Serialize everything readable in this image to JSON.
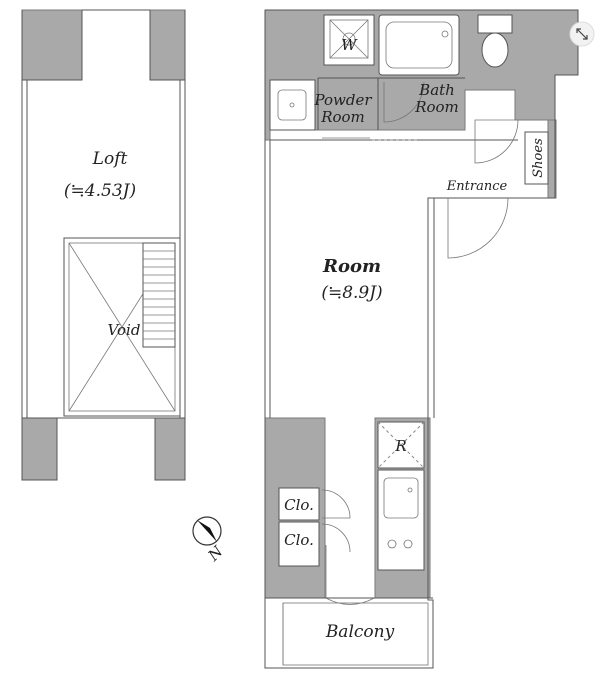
{
  "plan": {
    "rooms": {
      "loft_name": "Loft",
      "loft_area": "(≒4.53J)",
      "void": "Void",
      "room_name": "Room",
      "room_area": "(≒8.9J)",
      "powder_line1": "Powder",
      "powder_line2": "Room",
      "bath_line1": "Bath",
      "bath_line2": "Room",
      "washer": "W",
      "entrance": "Entrance",
      "shoes": "Shoes",
      "fridge": "R",
      "closet1": "Clo.",
      "closet2": "Clo.",
      "balcony": "Balcony"
    },
    "compass_label": "N",
    "expand_icon": "expand-icon"
  }
}
